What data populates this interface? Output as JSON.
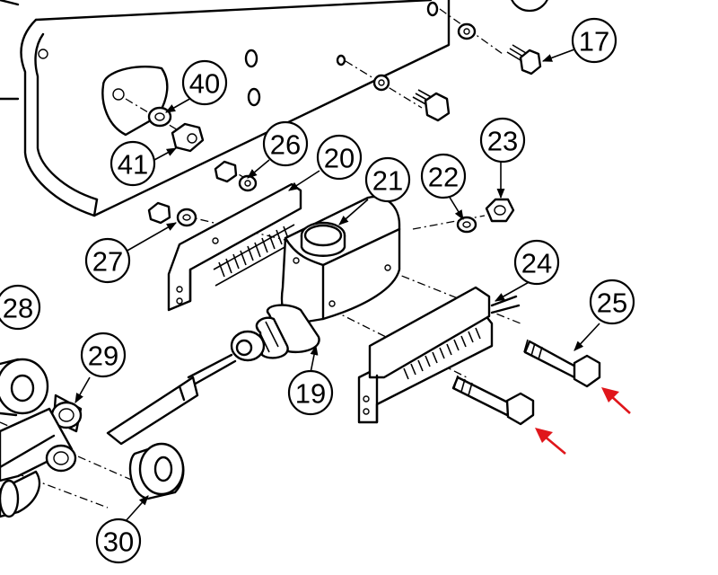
{
  "diagram": {
    "type": "exploded-parts-view",
    "callouts": [
      {
        "id": "c17",
        "label": "17"
      },
      {
        "id": "c40",
        "label": "40"
      },
      {
        "id": "c41",
        "label": "41"
      },
      {
        "id": "c26",
        "label": "26"
      },
      {
        "id": "c20",
        "label": "20"
      },
      {
        "id": "c21",
        "label": "21"
      },
      {
        "id": "c22",
        "label": "22"
      },
      {
        "id": "c23",
        "label": "23"
      },
      {
        "id": "c24",
        "label": "24"
      },
      {
        "id": "c25",
        "label": "25"
      },
      {
        "id": "c27",
        "label": "27"
      },
      {
        "id": "c28",
        "label": "28"
      },
      {
        "id": "c29",
        "label": "29"
      },
      {
        "id": "c19",
        "label": "19"
      },
      {
        "id": "c30",
        "label": "30"
      }
    ],
    "highlight_color": "#e0161b",
    "highlight_arrows": [
      "bolt-25-arrow",
      "bolt-24-arrow"
    ]
  }
}
